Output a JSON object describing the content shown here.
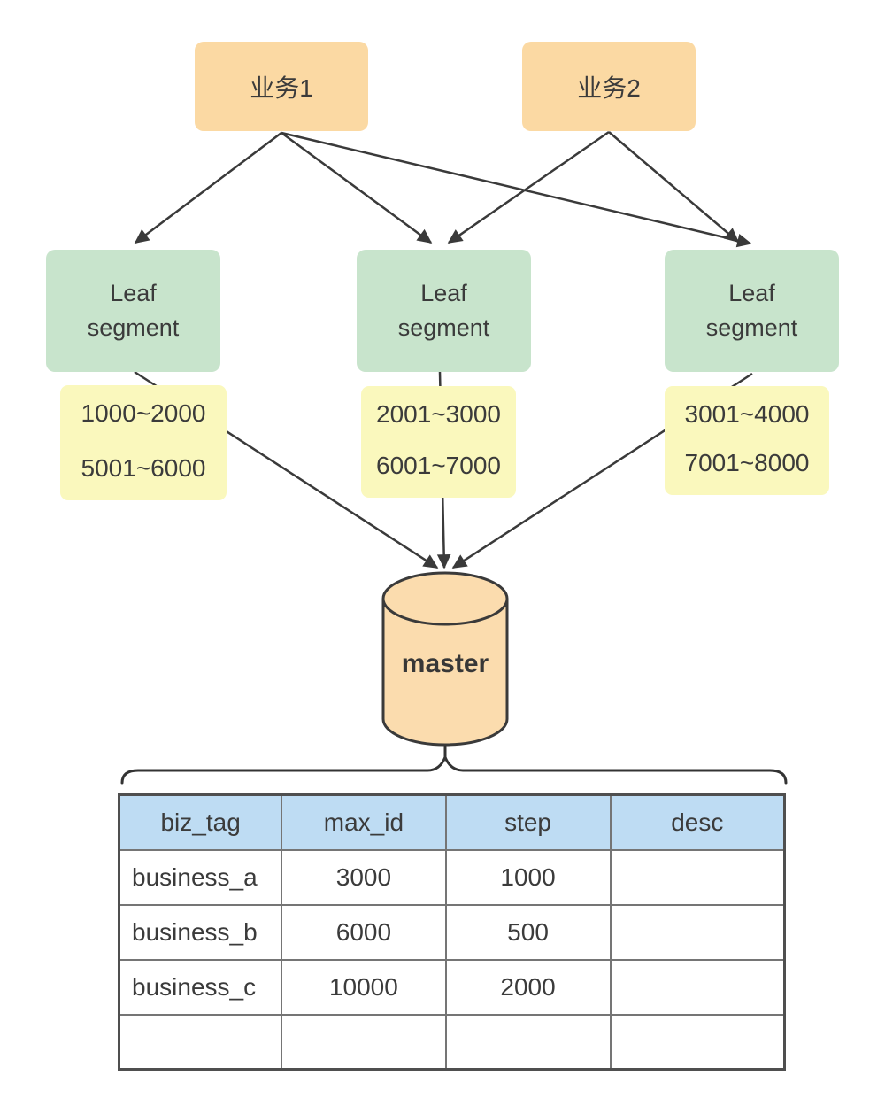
{
  "businesses": [
    {
      "label": "业务1"
    },
    {
      "label": "业务2"
    }
  ],
  "leaves": [
    {
      "label": "Leaf segment",
      "ranges": [
        "1000~2000",
        "5001~6000"
      ]
    },
    {
      "label": "Leaf segment",
      "ranges": [
        "2001~3000",
        "6001~7000"
      ]
    },
    {
      "label": "Leaf segment",
      "ranges": [
        "3001~4000",
        "7001~8000"
      ]
    }
  ],
  "database": {
    "label": "master"
  },
  "table": {
    "headers": [
      "biz_tag",
      "max_id",
      "step",
      "desc"
    ],
    "rows": [
      [
        "business_a",
        "3000",
        "1000",
        ""
      ],
      [
        "business_b",
        "6000",
        "500",
        ""
      ],
      [
        "business_c",
        "10000",
        "2000",
        ""
      ],
      [
        "",
        "",
        "",
        ""
      ]
    ]
  },
  "colors": {
    "business_box": "#fbd9a3",
    "leaf_box": "#c8e4cc",
    "range_box": "#faf8bd",
    "cylinder_fill": "#fbdcae",
    "table_header": "#bedcf3",
    "line": "#3a3a3a",
    "text": "#3b3b3b"
  }
}
